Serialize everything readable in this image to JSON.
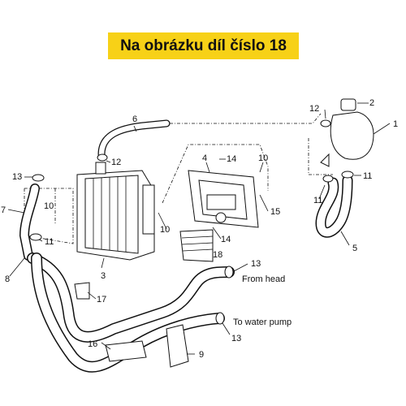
{
  "banner": {
    "title": "Na obrázku díl číslo 18"
  },
  "labels": {
    "p1": "1",
    "p2": "2",
    "p3": "3",
    "p4": "4",
    "p5": "5",
    "p6": "6",
    "p7": "7",
    "p8": "8",
    "p9": "9",
    "p10a": "10",
    "p10b": "10",
    "p10c": "10",
    "p11a": "11",
    "p11b": "11",
    "p11c": "11",
    "p12a": "12",
    "p12b": "12",
    "p13a": "13",
    "p13b": "13",
    "p13c": "13",
    "p14a": "14",
    "p14b": "14",
    "p15": "15",
    "p16": "16",
    "p17": "17",
    "p18": "18"
  },
  "annotations": {
    "from_head": "From head",
    "to_water_pump": "To water pump"
  }
}
